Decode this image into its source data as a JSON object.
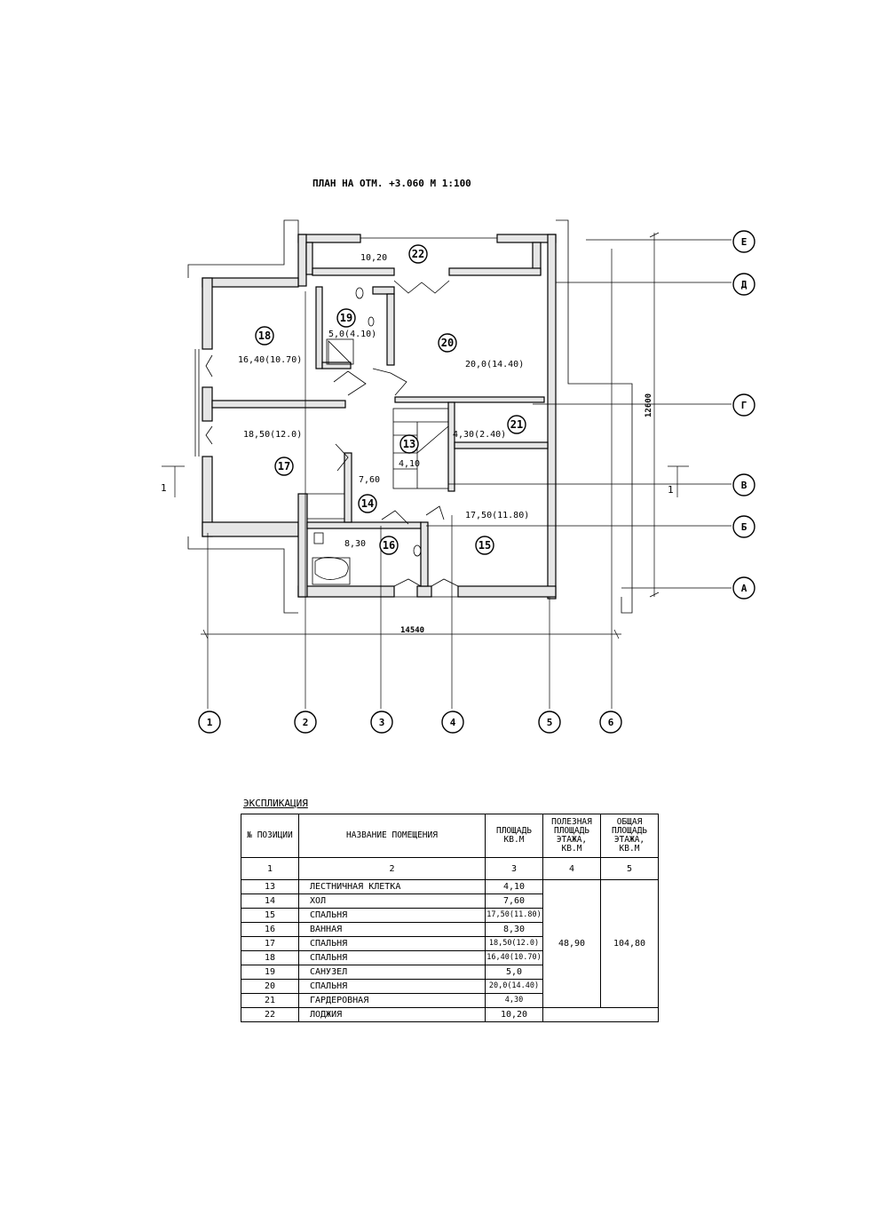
{
  "plan": {
    "title": "ПЛАН НА ОТМ. +3.060   М 1:100",
    "dim_width": "14540",
    "dim_height": "12600",
    "section_mark": "1",
    "axes_x": [
      "1",
      "2",
      "3",
      "4",
      "5",
      "6"
    ],
    "axes_y": [
      "Е",
      "Д",
      "Г",
      "В",
      "Б",
      "А"
    ],
    "rooms": [
      {
        "num": "22",
        "area": "10,20"
      },
      {
        "num": "19",
        "area": "5,0(4.10)"
      },
      {
        "num": "18",
        "area": "16,40(10.70)"
      },
      {
        "num": "20",
        "area": "20,0(14.40)"
      },
      {
        "num": "17",
        "area": "18,50(12.0)"
      },
      {
        "num": "21",
        "area": "4,30(2.40)"
      },
      {
        "num": "13",
        "area": "4,10"
      },
      {
        "num": "14",
        "area": "7,60"
      },
      {
        "num": "15",
        "area": "17,50(11.80)"
      },
      {
        "num": "16",
        "area": "8,30"
      }
    ]
  },
  "explication": {
    "title": "ЭКСПЛИКАЦИЯ",
    "headers": [
      "№ ПОЗИЦИИ",
      "НАЗВАНИЕ ПОМЕЩЕНИЯ",
      "ПЛОЩАДЬ КВ.М",
      "ПОЛЕЗНАЯ ПЛОЩАДЬ ЭТАЖА, КВ.М",
      "ОБЩАЯ ПЛОЩАДЬ ЭТАЖА, КВ.М"
    ],
    "col_numbers": [
      "1",
      "2",
      "3",
      "4",
      "5"
    ],
    "rows": [
      {
        "pos": "13",
        "name": "ЛЕСТНИЧНАЯ КЛЕТКА",
        "area": "4,10"
      },
      {
        "pos": "14",
        "name": "ХОЛ",
        "area": "7,60"
      },
      {
        "pos": "15",
        "name": "СПАЛЬНЯ",
        "area": "17,50(11.80)"
      },
      {
        "pos": "16",
        "name": "ВАННАЯ",
        "area": "8,30"
      },
      {
        "pos": "17",
        "name": "СПАЛЬНЯ",
        "area": "18,50(12.0)"
      },
      {
        "pos": "18",
        "name": "СПАЛЬНЯ",
        "area": "16,40(10.70)"
      },
      {
        "pos": "19",
        "name": "САНУЗЕЛ",
        "area": "5,0"
      },
      {
        "pos": "20",
        "name": "СПАЛЬНЯ",
        "area": "20,0(14.40)"
      },
      {
        "pos": "21",
        "name": "ГАРДЕРОВНАЯ",
        "area": "4,30"
      },
      {
        "pos": "22",
        "name": "ЛОДЖИЯ",
        "area": "10,20"
      }
    ],
    "useful_area": "48,90",
    "total_area": "104,80"
  }
}
